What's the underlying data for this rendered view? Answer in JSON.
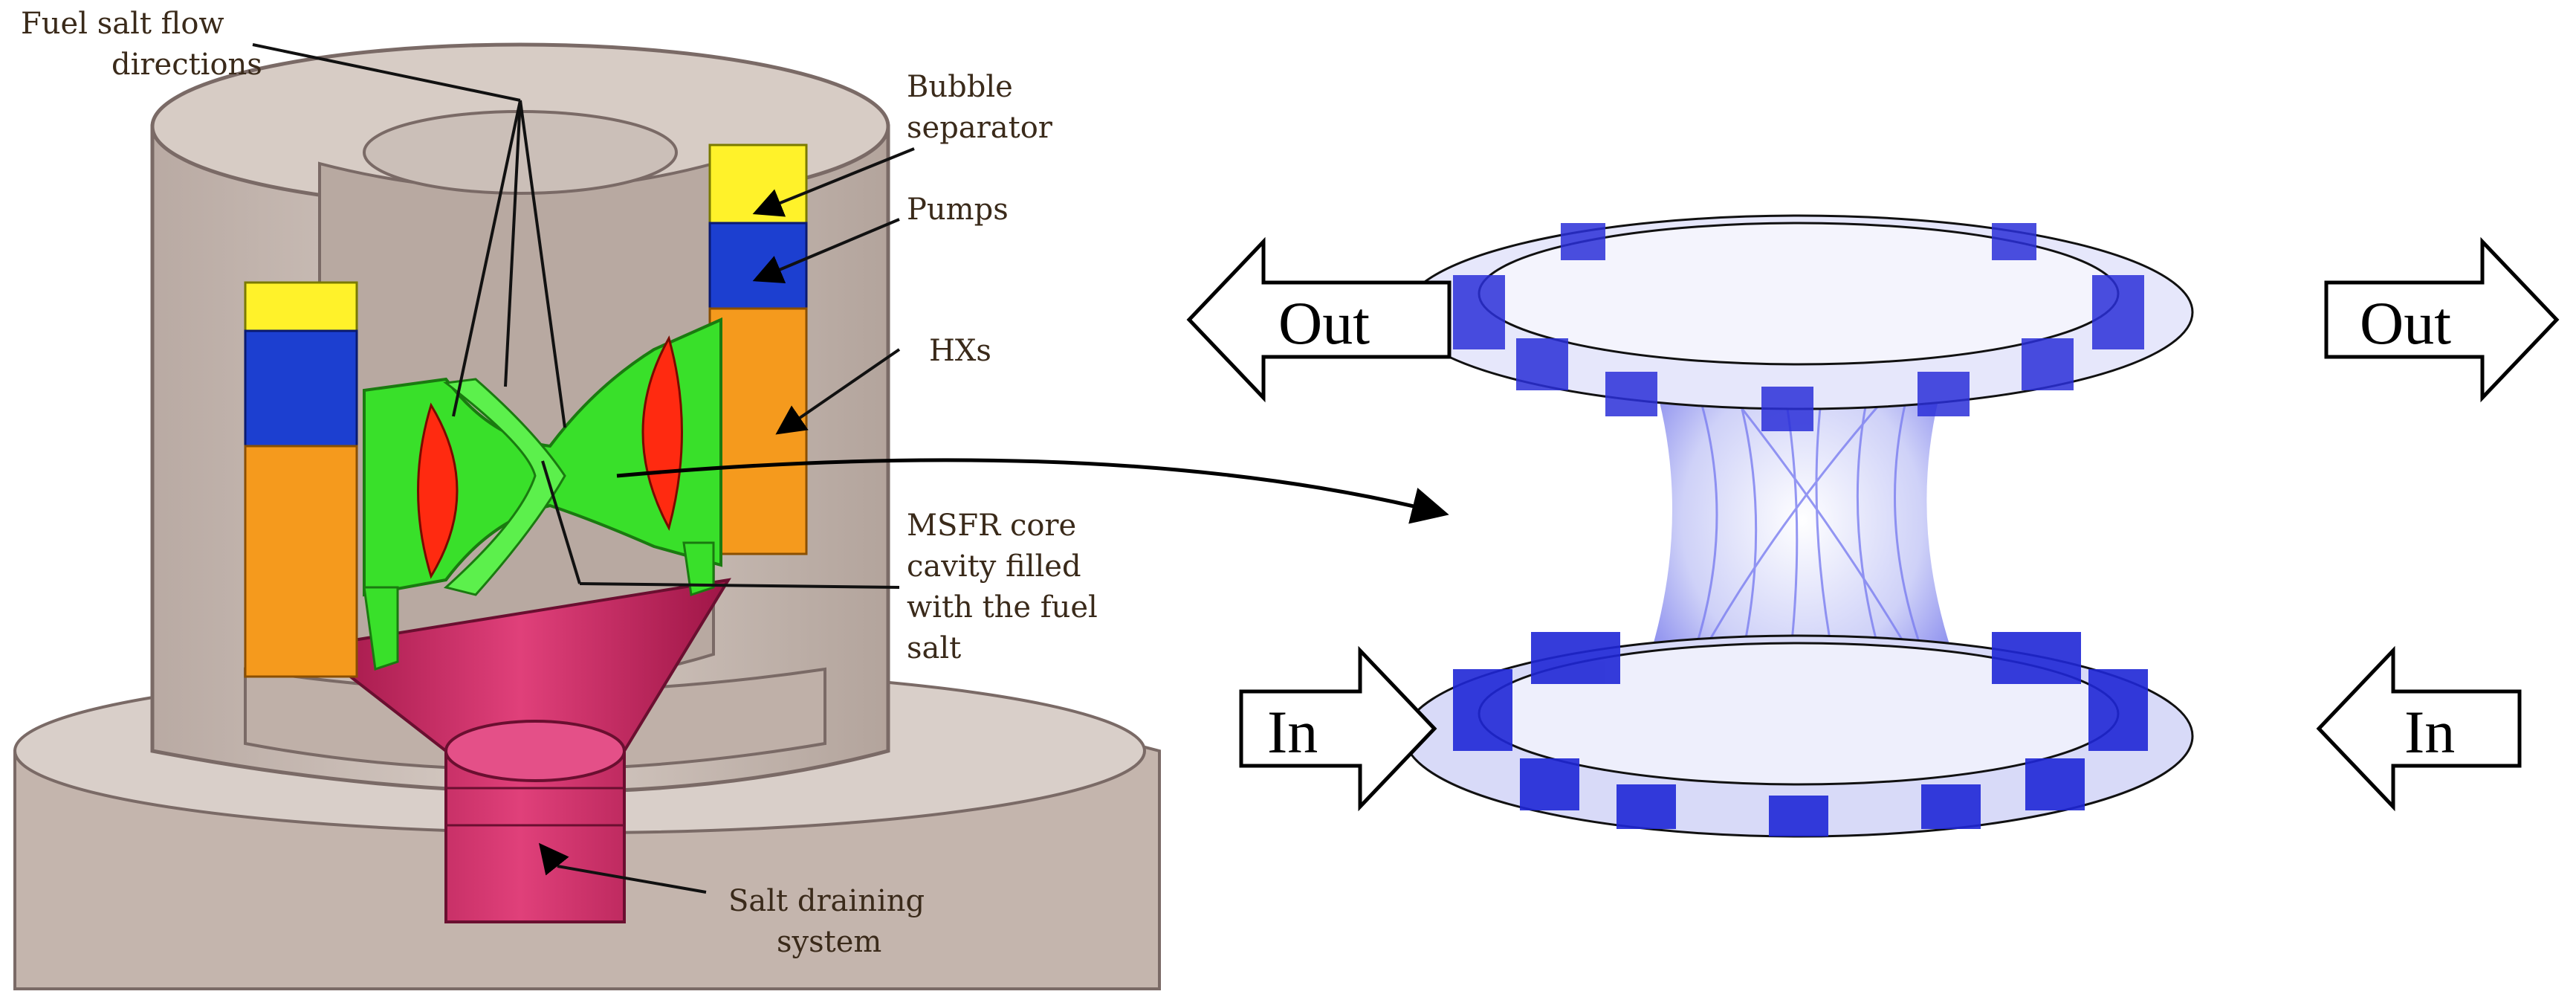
{
  "left_panel": {
    "labels": {
      "flow_directions": [
        "Fuel salt flow",
        "directions"
      ],
      "bubble_separator": [
        "Bubble",
        "separator"
      ],
      "pumps": [
        "Pumps"
      ],
      "hxs": [
        "HXs"
      ],
      "core_cavity": [
        "MSFR core",
        "cavity filled",
        "with the fuel",
        "salt"
      ],
      "draining": [
        "Salt draining",
        "system"
      ]
    }
  },
  "right_panel": {
    "out_left": "Out",
    "out_right": "Out",
    "in_left": "In",
    "in_right": "In"
  },
  "colors": {
    "housing": "#cdbfb6",
    "housing_edge": "#7a6a66",
    "fuel_salt": "#39e02a",
    "reflector": "#ff2a10",
    "heat_exchanger": "#f59a1d",
    "pump": "#1c3fd0",
    "bubble_separator": "#fff22a",
    "drain": "#c8205e",
    "streamline": "#3b3fe6"
  }
}
